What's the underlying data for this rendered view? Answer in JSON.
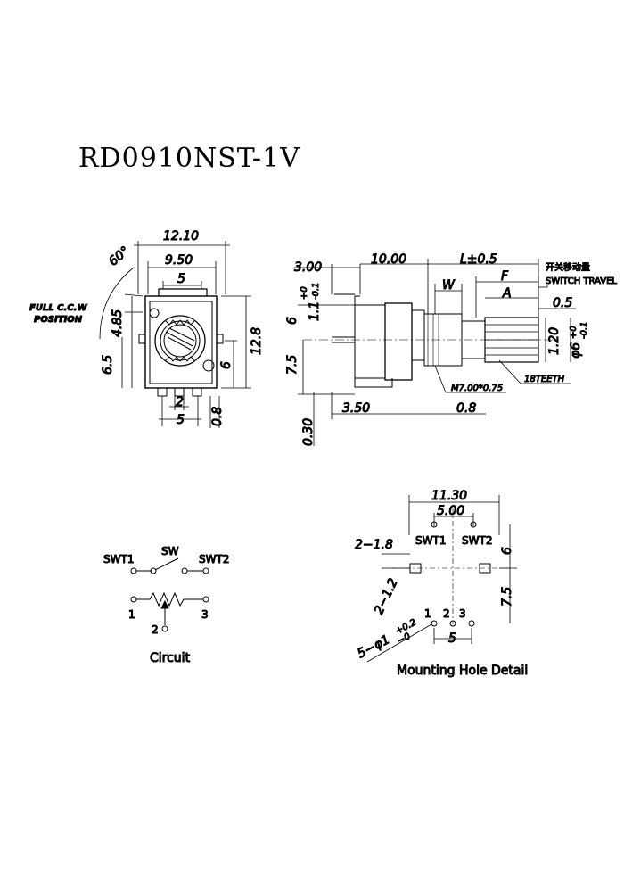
{
  "title": "RD0910NST-1V",
  "front_view": {
    "dims": {
      "w_overall": "12.10",
      "w_inner": "9.50",
      "w_top": "5",
      "angle": "60°",
      "h_upper": "4.85",
      "h_lower": "6.5",
      "h_overall": "12.8",
      "h_right": "6",
      "pin_pitch_small": "2",
      "pin_span": "5",
      "pin_thick": "0.8"
    },
    "full_ccw_line1": "FULL C.C.W",
    "full_ccw_line2": "POSITION"
  },
  "side_view": {
    "dims": {
      "a": "3.00",
      "b": "10.00",
      "l": "L±0.5",
      "w": "W",
      "f": "F",
      "a_label": "A",
      "half": "0.5",
      "tol1": "1.1",
      "tol1_sup": "+0",
      "tol1_sub": "-0.1",
      "h6": "6",
      "h75": "7.5",
      "d120": "1.20",
      "dia": "φ6",
      "dia_sup": "+0",
      "dia_sub": "-0.1",
      "base_h": "0.30",
      "base_w": "3.50",
      "base_t": "0.8",
      "thread": "M7.00*0.75",
      "teeth": "18TEETH",
      "switch_cn": "开关移动量",
      "switch_en": "SWITCH TRAVEL"
    }
  },
  "circuit": {
    "swt1": "SWT1",
    "sw": "SW",
    "swt2": "SWT2",
    "p1": "1",
    "p2": "2",
    "p3": "3",
    "caption": "Circuit"
  },
  "mounting": {
    "w_overall": "11.30",
    "w_inner": "5.00",
    "slot": "2−1.8",
    "swt1": "SWT1",
    "swt2": "SWT2",
    "h6": "6",
    "h75": "7.5",
    "hole_dim": "2−1.2",
    "pins_dim": "5−φ1",
    "pins_sup": "+0.2",
    "pins_sub": "−0",
    "p1": "1",
    "p2": "2",
    "p3": "3",
    "pitch": "5",
    "caption": "Mounting Hole Detail"
  }
}
